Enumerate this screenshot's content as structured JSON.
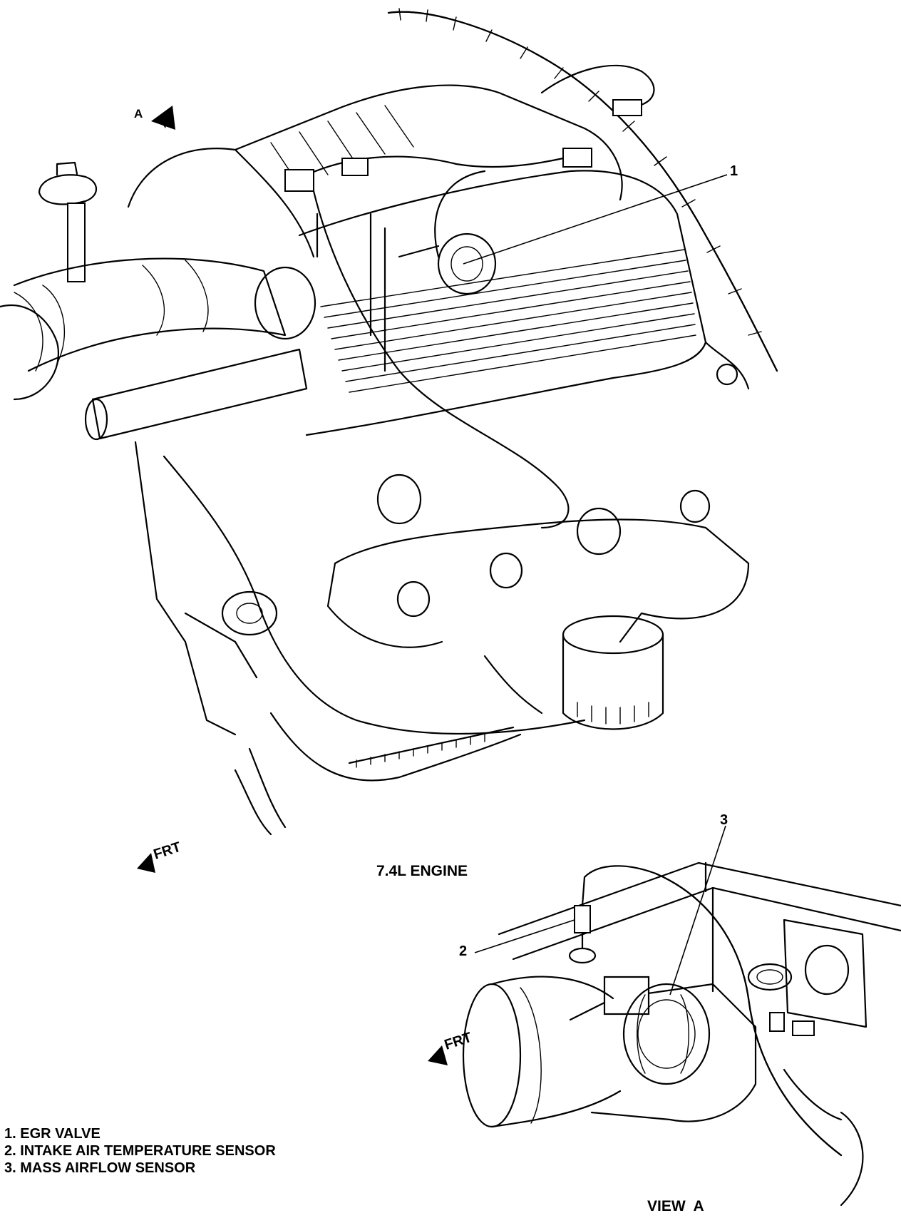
{
  "main_view": {
    "caption": "7.4L ENGINE",
    "view_marker": "A",
    "front_marker": "FRT",
    "callout_1": "1"
  },
  "inset_view": {
    "caption": "VIEW  A",
    "front_marker": "FRT",
    "callout_2": "2",
    "callout_3": "3"
  },
  "legend": [
    "1. EGR VALVE",
    "2. INTAKE AIR TEMPERATURE SENSOR",
    "3. MASS AIRFLOW SENSOR"
  ]
}
